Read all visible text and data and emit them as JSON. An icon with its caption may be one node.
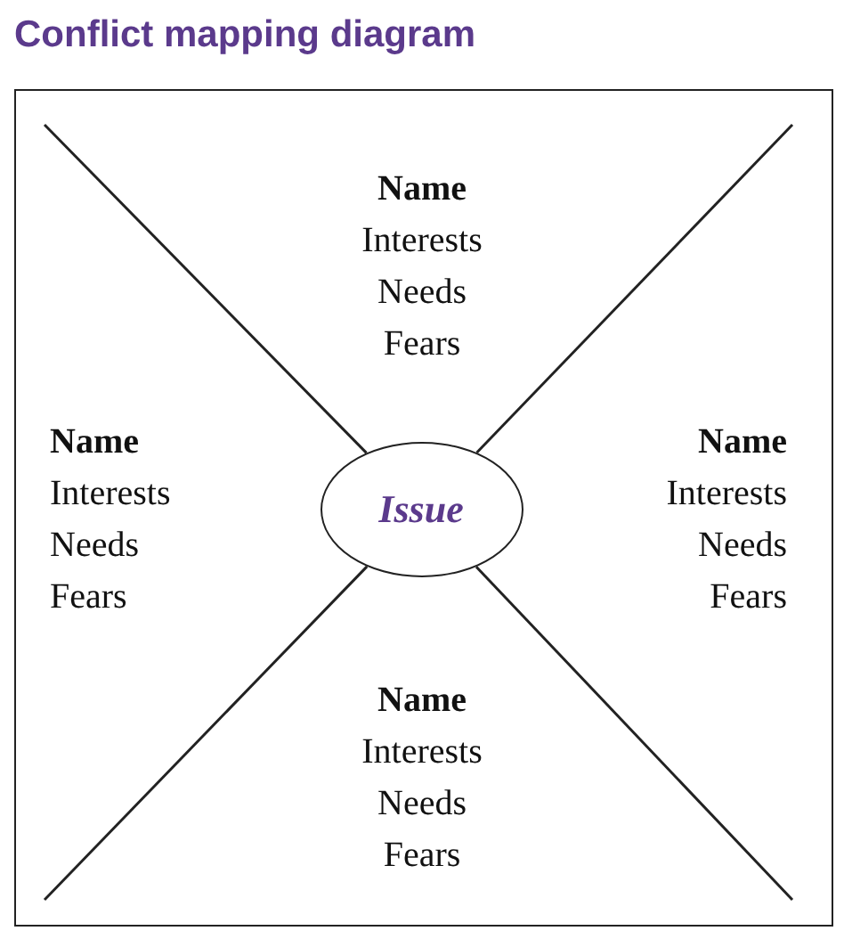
{
  "diagram": {
    "title": "Conflict mapping diagram",
    "nodes": [
      {
        "text": [],
        "shape": "box"
      },
      {
        "text": [
          "Issue"
        ],
        "in": 0
      }
    ],
    "edges": [
      {
        "from": null,
        "to": 1,
        "arrow": "none"
      },
      {
        "from": null,
        "to": 1,
        "arrow": "none"
      },
      {
        "from": null,
        "to": 1,
        "arrow": "none"
      },
      {
        "from": null,
        "to": 1,
        "arrow": "none"
      }
    ],
    "labels": [
      "Name",
      "Interests",
      "Needs",
      "Fears",
      "Name",
      "Interests",
      "Needs",
      "Fears",
      "Name",
      "Interests",
      "Needs",
      "Fears",
      "Name",
      "Interests",
      "Needs",
      "Fears"
    ]
  }
}
